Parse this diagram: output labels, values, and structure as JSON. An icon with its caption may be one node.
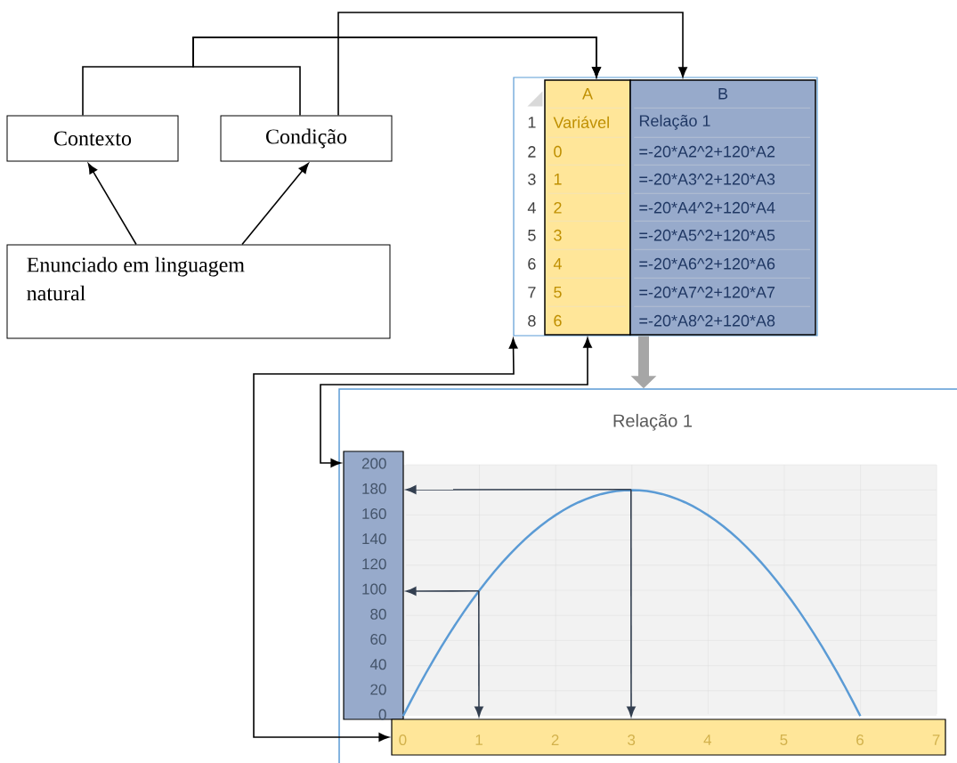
{
  "diagram": {
    "nodes": [
      {
        "text": [
          "Contexto"
        ]
      },
      {
        "text": [
          "Condição"
        ]
      },
      {
        "text": [
          "Enunciado em linguagem natural"
        ]
      },
      {
        "text": [],
        "shape": "box"
      },
      {
        "text": [
          "A",
          "Variável",
          "0",
          "1",
          "2",
          "3",
          "4",
          "5",
          "6"
        ],
        "in": 3
      },
      {
        "text": [
          "B",
          "Relação 1",
          "=-20*A2^2+120*A2",
          "=-20*A3^2+120*A3",
          "=-20*A4^2+120*A4",
          "=-20*A5^2+120*A5",
          "=-20*A6^2+120*A6",
          "=-20*A7^2+120*A7",
          "=-20*A8^2+120*A8"
        ],
        "in": 3
      },
      {
        "text": [
          "Relação 1"
        ]
      },
      {
        "text": [
          "200",
          "180",
          "160",
          "140",
          "120",
          "100",
          "80",
          "60",
          "40",
          "20",
          "0"
        ],
        "in": 6
      },
      {
        "text": [
          "0",
          "1",
          "2",
          "3",
          "4",
          "5",
          "6",
          "7"
        ],
        "in": 6
      },
      {
        "text": [],
        "shape": "curve",
        "in": 6
      }
    ],
    "edges": [
      {
        "from": 2,
        "to": 0,
        "arrow": "to"
      },
      {
        "from": 2,
        "to": 1,
        "arrow": "to"
      },
      {
        "from": 0,
        "to": 4,
        "arrow": "to"
      },
      {
        "from": 1,
        "to": 4,
        "arrow": "to"
      },
      {
        "from": 1,
        "to": 5,
        "arrow": "to"
      },
      {
        "from": 8,
        "to": 3,
        "arrow": "both"
      },
      {
        "from": 7,
        "to": 4,
        "arrow": "both"
      },
      {
        "from": 3,
        "to": 6,
        "arrow": "to",
        "style": "thick",
        "color": "#a6a6a6"
      },
      {
        "from": 9,
        "to": 7,
        "arrow": "to",
        "color": "#333f50"
      },
      {
        "from": 9,
        "to": 8,
        "arrow": "to",
        "color": "#333f50"
      },
      {
        "from": 9,
        "to": 7,
        "arrow": "to",
        "color": "#333f50"
      },
      {
        "from": 9,
        "to": 8,
        "arrow": "to",
        "color": "#333f50"
      }
    ],
    "labels": [
      "1",
      "2",
      "3",
      "4",
      "5",
      "6",
      "7",
      "8"
    ]
  }
}
